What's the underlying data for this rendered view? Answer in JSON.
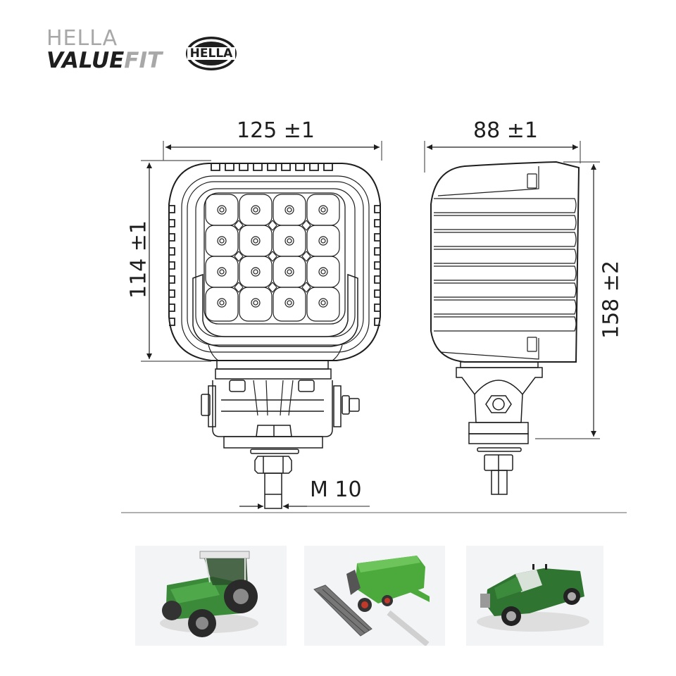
{
  "brand": {
    "line1": "HELLA",
    "line2_dark": "VALUE",
    "line2_light": "FIT",
    "logo_text": "HELLA"
  },
  "drawing": {
    "front_view": {
      "width_label": "125 ±1",
      "height_label": "114 ±1",
      "led_grid": {
        "rows": 4,
        "cols": 4
      }
    },
    "side_view": {
      "depth_label": "88 ±1",
      "total_height_label": "158 ±2"
    },
    "thread_label": "M 10"
  },
  "applications": [
    {
      "name": "tractor",
      "icon": "tractor-photo",
      "color": "#3b8a3a"
    },
    {
      "name": "combine-harvester",
      "icon": "combine-harvester-photo",
      "color": "#4caa3c"
    },
    {
      "name": "pickup-truck",
      "icon": "pickup-truck-photo",
      "color": "#2f7430"
    }
  ],
  "colors": {
    "line": "#1e1e1e",
    "brand_grey": "#a8a8a8",
    "photo_bg": "#f3f4f6"
  }
}
